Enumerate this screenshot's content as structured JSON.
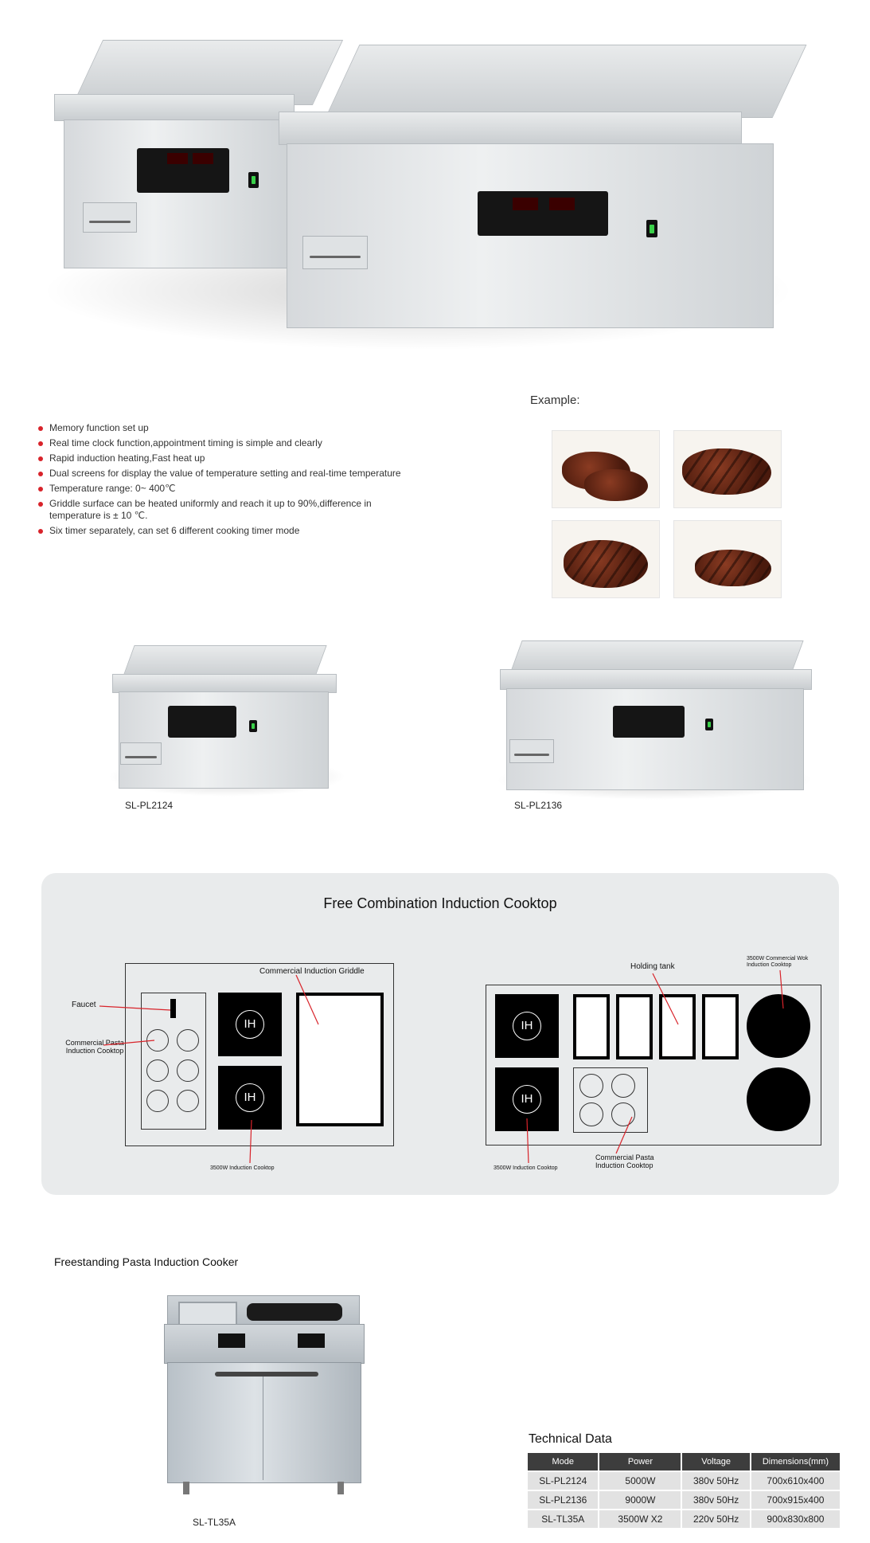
{
  "features": [
    "Memory function set up",
    "Real time  clock function,appointment timing is simple and clearly",
    "Rapid induction heating,Fast heat up",
    "Dual screens for display the value of temperature setting and real-time temperature",
    "Temperature range: 0~ 400℃",
    "Griddle surface can be heated uniformly and reach it up to 90%,difference in temperature is ± 10 ℃.",
    "Six timer separately, can set 6 different cooking timer mode"
  ],
  "example": {
    "title": "Example:"
  },
  "models": {
    "left": "SL-PL2124",
    "right": "SL-PL2136"
  },
  "combination": {
    "title": "Free Combination Induction Cooktop",
    "labels": {
      "griddle": "Commercial Induction Griddle",
      "faucet": "Faucet",
      "pasta_left": "Commercial  Pasta\nInduction  Cooktop",
      "cooktop_left": "3500W Induction Cooktop",
      "holding_tank": "Holding tank",
      "wok": "3500W  Commercial  Wok\nInduction Cooktop",
      "cooktop_right": "3500W Induction Cooktop",
      "pasta_right": "Commercial  Pasta\nInduction  Cooktop",
      "ih": "IH"
    }
  },
  "pasta": {
    "title": "Freestanding Pasta Induction Cooker",
    "model": "SL-TL35A"
  },
  "tech": {
    "title": "Technical Data",
    "headers": [
      "Mode",
      "Power",
      "Voltage",
      "Dimensions(mm)"
    ],
    "rows": [
      [
        "SL-PL2124",
        "5000W",
        "380v   50Hz",
        "700x610x400"
      ],
      [
        "SL-PL2136",
        "9000W",
        "380v   50Hz",
        "700x915x400"
      ],
      [
        "SL-TL35A",
        "3500W  X2",
        "220v   50Hz",
        "900x830x800"
      ]
    ]
  },
  "colors": {
    "bullet": "#d8232a",
    "panel_bg": "#e9ebec",
    "table_header": "#3d3d3d",
    "table_cell": "#e2e2e2"
  }
}
